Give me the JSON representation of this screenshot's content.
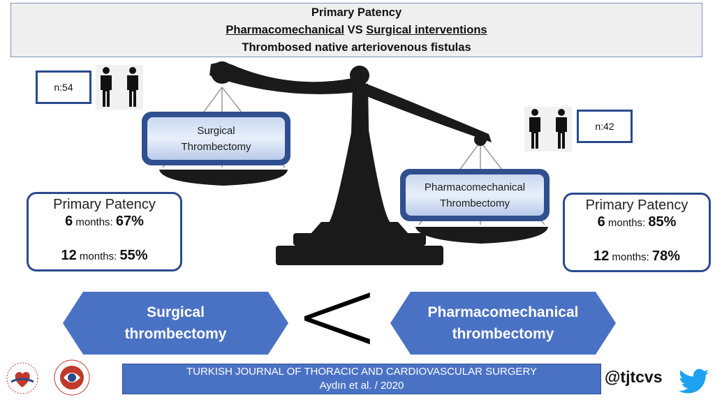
{
  "header": {
    "line1": "Primary Patency",
    "line2_left": "Pharmacomechanical",
    "line2_mid": " VS ",
    "line2_right": "Surgical interventions",
    "line3": "Thrombosed native arteriovenous fistulas"
  },
  "left": {
    "n_label": "n:54",
    "pan_line1": "Surgical",
    "pan_line2": "Thrombectomy",
    "pp_title": "Primary Patency",
    "pp6_num": "6",
    "pp6_unit": " months: ",
    "pp6_val": "67%",
    "pp12_num": "12",
    "pp12_unit": " months: ",
    "pp12_val": "55%",
    "arrow_line1": "Surgical",
    "arrow_line2": "thrombectomy"
  },
  "right": {
    "n_label": "n:42",
    "pan_line1": "Pharmacomechanical",
    "pan_line2": "Thrombectomy",
    "pp_title": "Primary Patency",
    "pp6_num": "6",
    "pp6_unit": " months: ",
    "pp6_val": "85%",
    "pp12_num": "12",
    "pp12_unit": " months: ",
    "pp12_val": "78%",
    "arrow_line1": "Pharmacomechanical",
    "arrow_line2": "thrombectomy"
  },
  "comparison_symbol": "<",
  "footer": {
    "journal": "TURKISH JOURNAL OF THORACIC AND CARDIOVASCULAR SURGERY",
    "citation": "Aydın et al. / 2020"
  },
  "social": {
    "handle": "@tjtcvs",
    "icon": "twitter-bird-icon"
  },
  "colors": {
    "accent_blue": "#4a72c4",
    "dark_blue": "#2b4a8c",
    "twitter_blue": "#1da1f2"
  }
}
